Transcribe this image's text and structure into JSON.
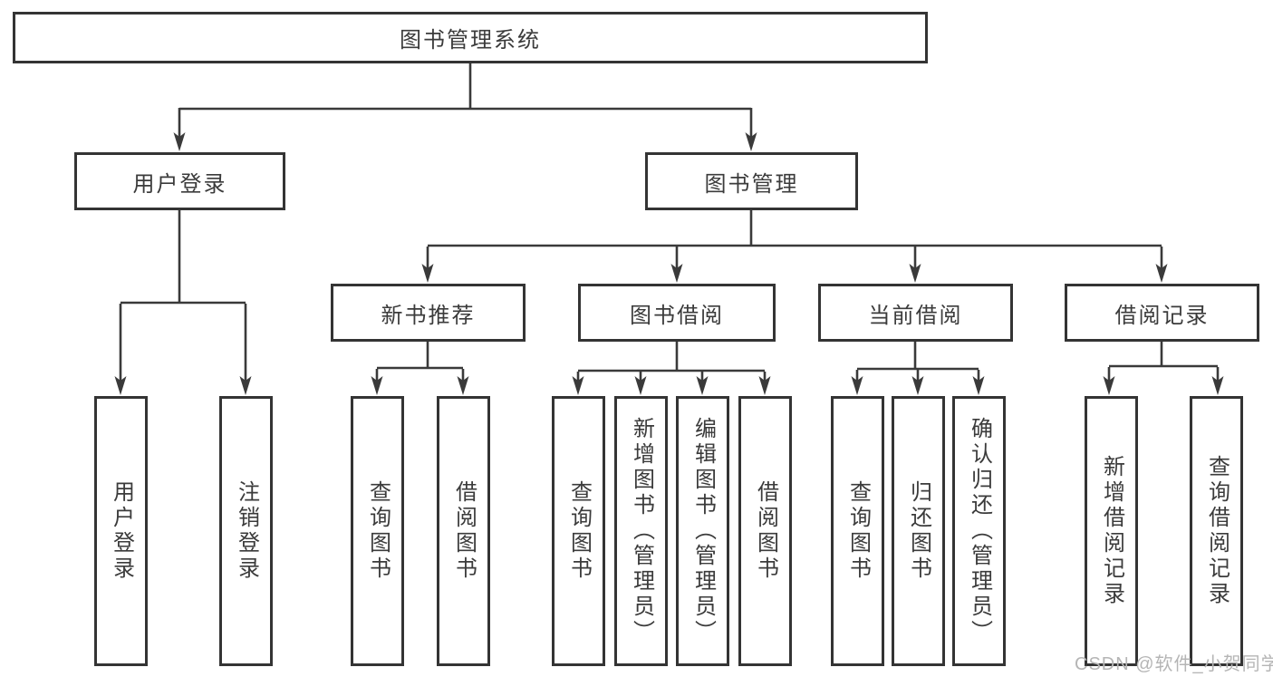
{
  "nodes": {
    "root": "图书管理系统",
    "user_login": "用户登录",
    "book_mgmt": "图书管理",
    "new_book_rec": "新书推荐",
    "book_borrow": "图书借阅",
    "current_borrow": "当前借阅",
    "borrow_record": "借阅记录",
    "leaves": {
      "user_login": [
        "用户登录",
        "注销登录"
      ],
      "new_book_rec": [
        "查询图书",
        "借阅图书"
      ],
      "book_borrow": [
        "查询图书",
        "新增图书（管理员）",
        "编辑图书（管理员）",
        "借阅图书"
      ],
      "current_borrow": [
        "查询图书",
        "归还图书",
        "确认归还（管理员）"
      ],
      "borrow_record": [
        "新增借阅记录",
        "查询借阅记录"
      ]
    }
  },
  "watermark": "CSDN @软件_小贺同学",
  "colors": {
    "line": "#3a3a3a",
    "box_border": "#343434",
    "text": "#3b3b3b",
    "watermark": "#b5b5b5",
    "background": "#ffffff"
  }
}
